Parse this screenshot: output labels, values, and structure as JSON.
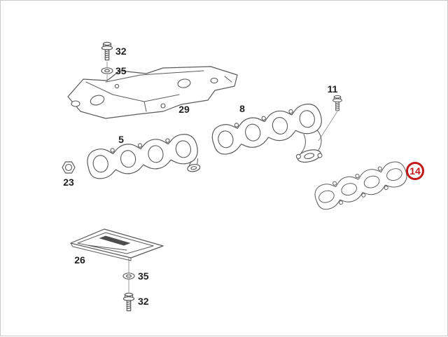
{
  "page": {
    "background": "#ffffff",
    "border_color": "#c9c9c9"
  },
  "diagram": {
    "kind": "exhaust-manifold-parts-diagram",
    "line_color": "#5a5a5a",
    "highlight_color": "#c11818",
    "highlighted_part": "14",
    "callouts": {
      "bolt_top": "32",
      "washer_top": "35",
      "heat_shield_top": "29",
      "manifold_right": "8",
      "bolt_right": "11",
      "manifold_left": "5",
      "nut_left": "23",
      "gasket_right": "14",
      "heat_shield_bottom": "26",
      "washer_bottom": "35",
      "bolt_bottom": "32"
    }
  }
}
